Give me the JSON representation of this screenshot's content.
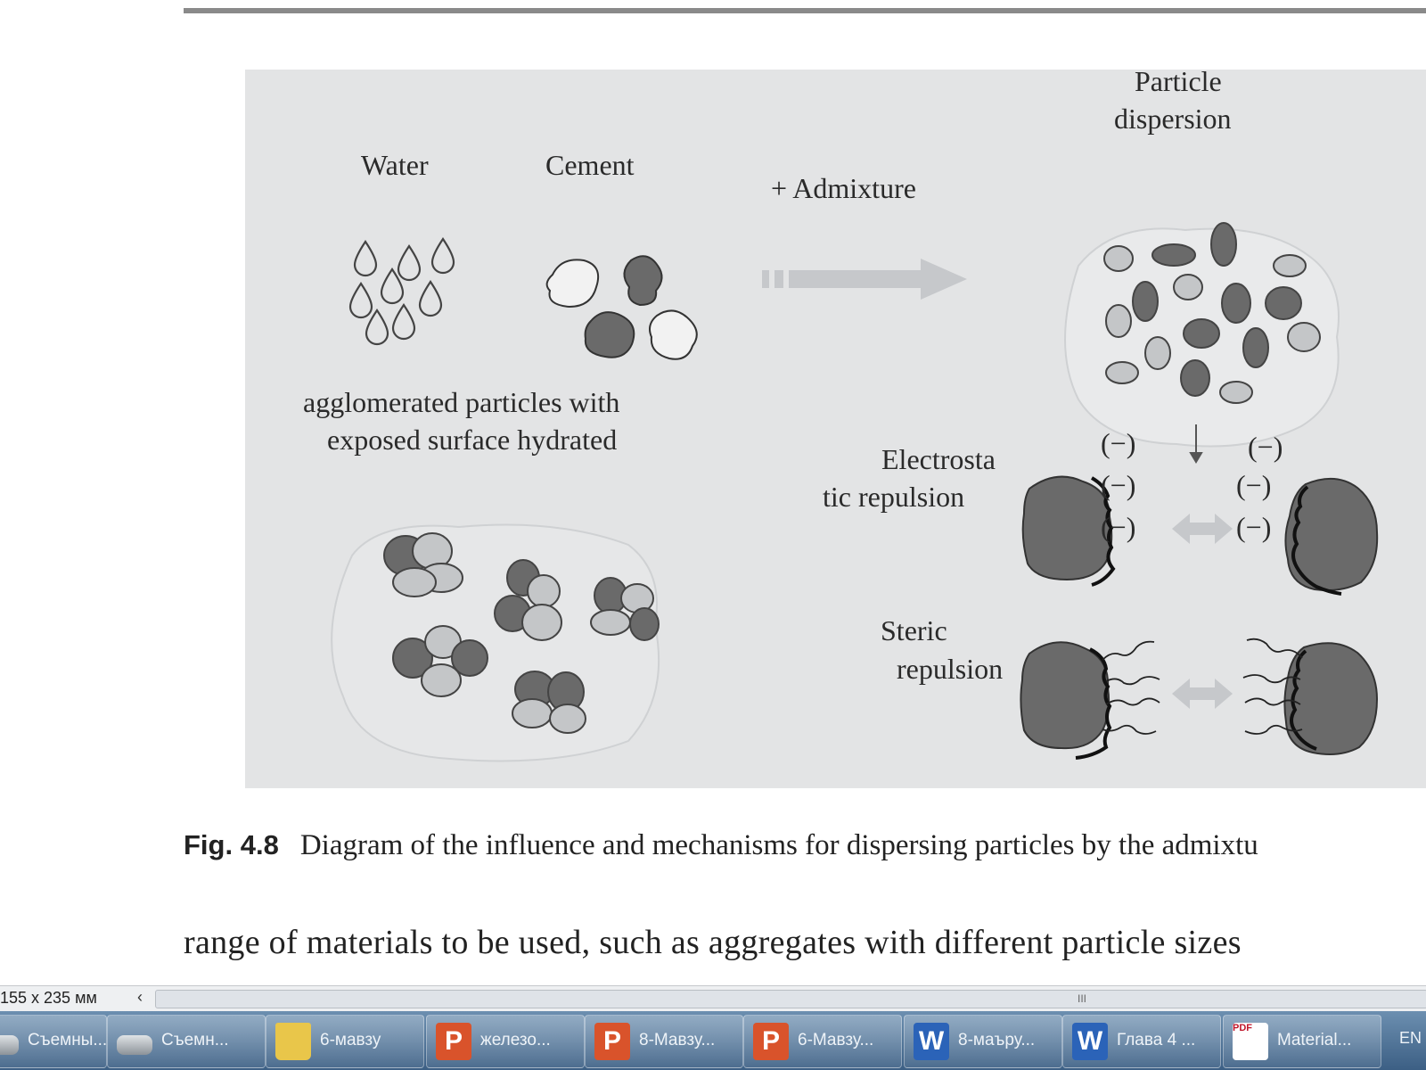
{
  "figure": {
    "labels": {
      "water": "Water",
      "cement": "Cement",
      "admixture": "+ Admixture",
      "particle_dispersion_1": "Particle",
      "particle_dispersion_2": "dispersion",
      "agglomerated_1": "agglomerated particles with",
      "agglomerated_2": "exposed surface hydrated",
      "electrostatic_1": "Electrosta",
      "electrostatic_2": "tic repulsion",
      "steric_1": "Steric",
      "steric_2": "repulsion",
      "charge": "(−)"
    },
    "colors": {
      "background": "#e3e4e5",
      "dark_particle": "#6a6a6a",
      "light_particle": "#c4c6c8",
      "arrow": "#c6c8cb"
    }
  },
  "caption": {
    "number": "Fig. 4.8",
    "text": "Diagram of the influence and mechanisms for dispersing particles by the admixtu"
  },
  "body": {
    "line1": "range of materials to be used, such as aggregates with different particle sizes"
  },
  "statusbar": {
    "page_size": "155 x 235 мм",
    "scroll_left_icon": "‹",
    "scroll_thumb": "III"
  },
  "taskbar": {
    "items": [
      {
        "label": "Съемны...",
        "icon": "drive-icon"
      },
      {
        "label": "Съемн...",
        "icon": "drive-icon"
      },
      {
        "label": "6-мавзу",
        "icon": "folder-icon"
      },
      {
        "label": "железо...",
        "icon": "powerpoint-icon"
      },
      {
        "label": "8-Мавзу...",
        "icon": "powerpoint-icon"
      },
      {
        "label": "6-Мавзу...",
        "icon": "powerpoint-icon"
      },
      {
        "label": "8-маъру...",
        "icon": "word-icon"
      },
      {
        "label": "Глава 4 ...",
        "icon": "word-icon"
      },
      {
        "label": "Material...",
        "icon": "pdf-icon"
      }
    ],
    "language": "EN",
    "ppt_glyph": "P",
    "word_glyph": "W",
    "pdf_glyph": "PDF"
  }
}
